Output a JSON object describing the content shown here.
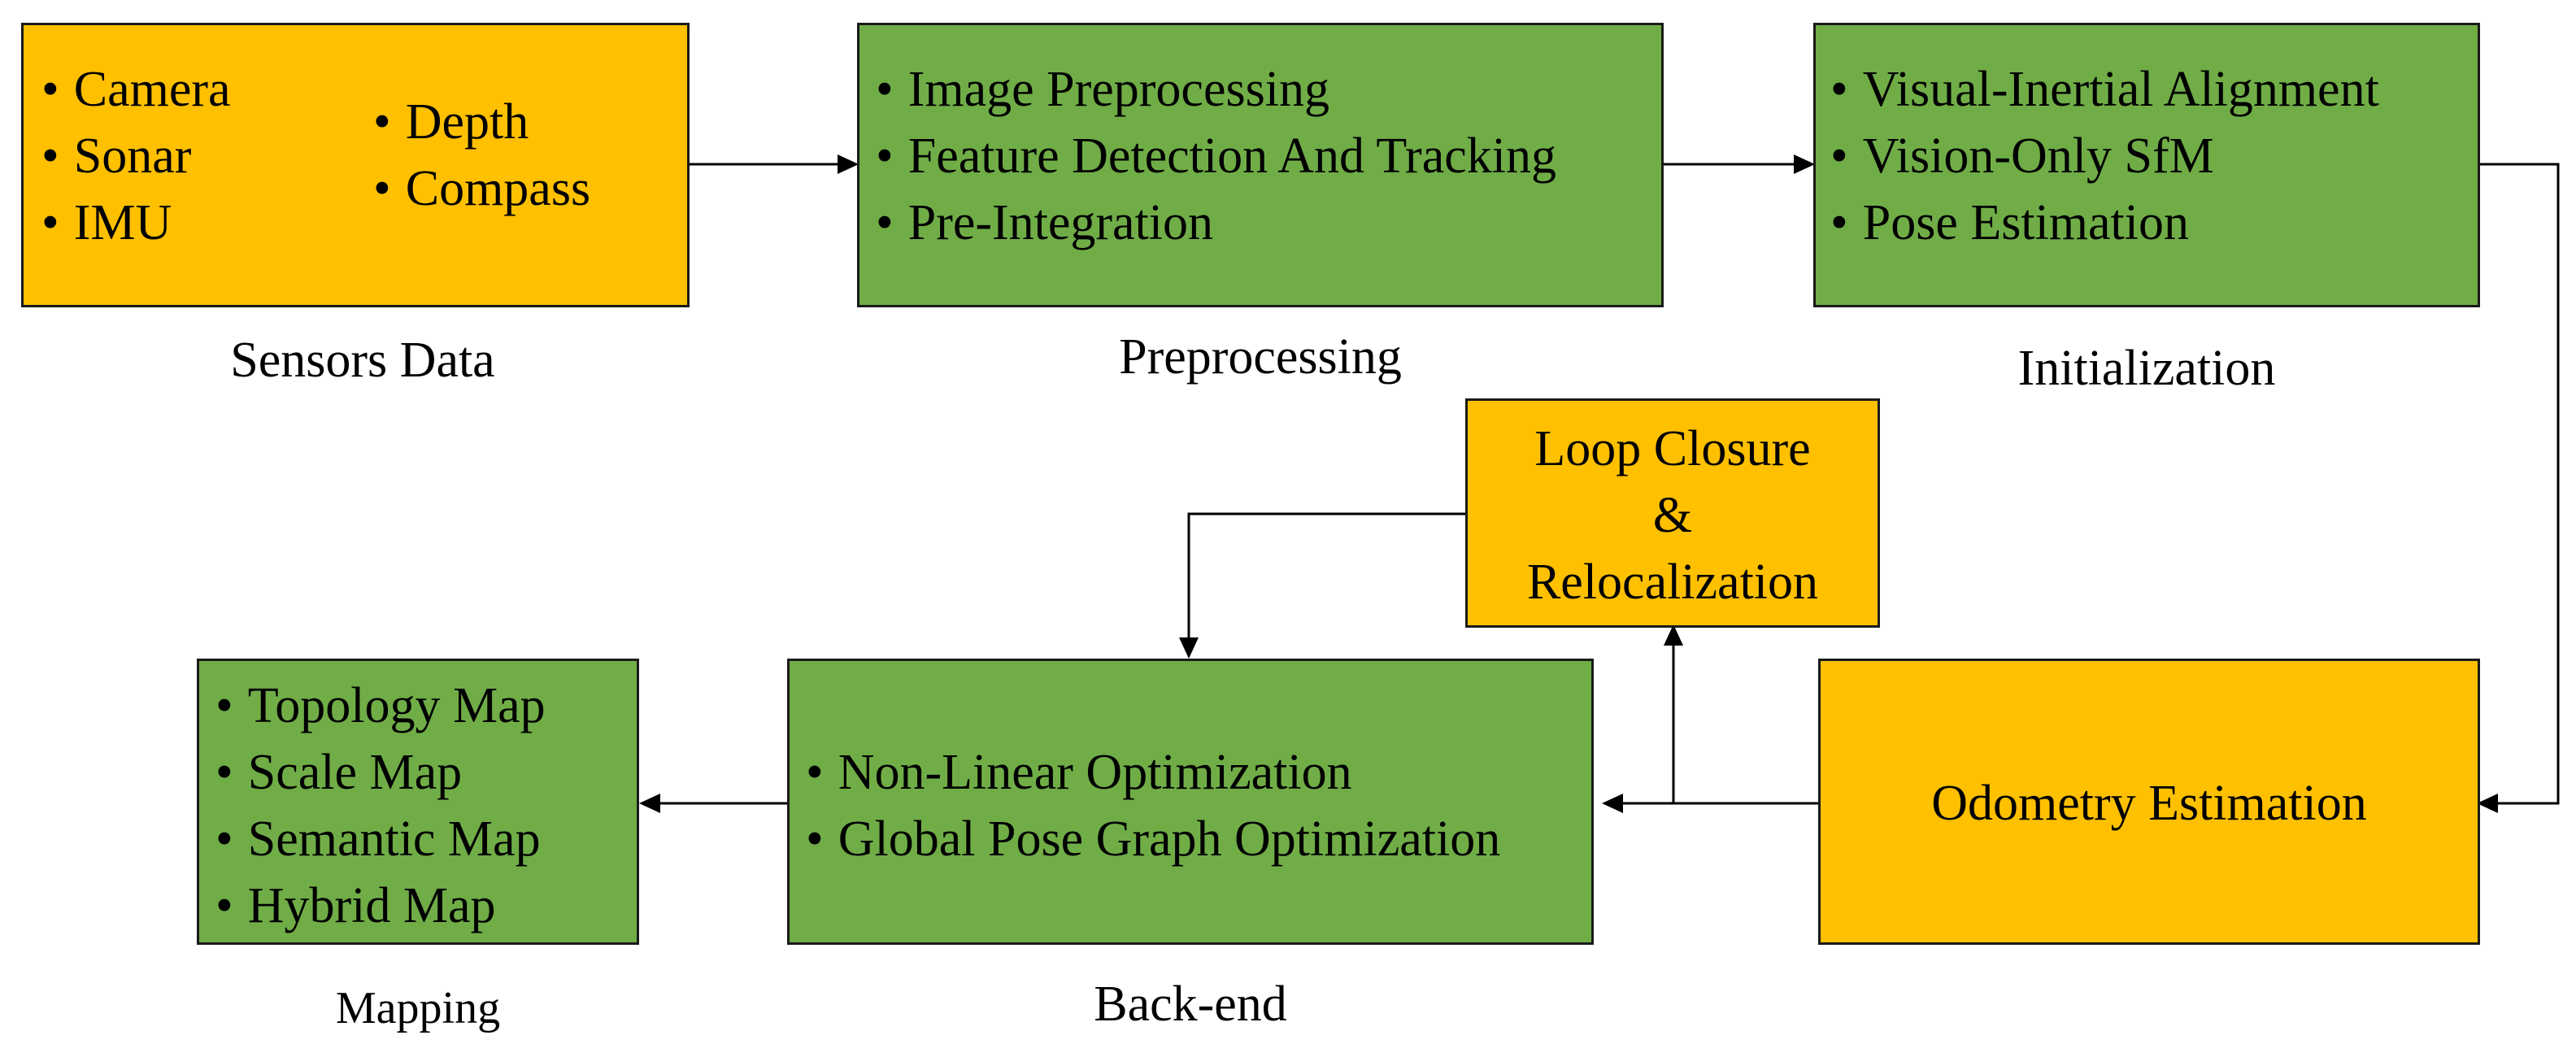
{
  "sensors": {
    "items_left": [
      "Camera",
      "Sonar",
      "IMU"
    ],
    "items_right": [
      "Depth",
      "Compass"
    ],
    "caption": "Sensors Data"
  },
  "preprocessing": {
    "items": [
      "Image Preprocessing",
      "Feature Detection And Tracking",
      "Pre-Integration"
    ],
    "caption": "Preprocessing"
  },
  "initialization": {
    "items": [
      "Visual-Inertial Alignment",
      "Vision-Only SfM",
      "Pose Estimation"
    ],
    "caption": "Initialization"
  },
  "loop_closure": {
    "lines": [
      "Loop Closure",
      "&",
      "Relocalization"
    ]
  },
  "odometry": {
    "label": "Odometry Estimation"
  },
  "backend": {
    "items": [
      "Non-Linear Optimization",
      "Global Pose Graph Optimization"
    ],
    "caption": "Back-end"
  },
  "mapping": {
    "items": [
      "Topology Map",
      "Scale Map",
      "Semantic Map",
      "Hybrid Map"
    ],
    "caption": "Mapping"
  },
  "colors": {
    "yellow": "#FFC000",
    "green": "#70AD47"
  }
}
